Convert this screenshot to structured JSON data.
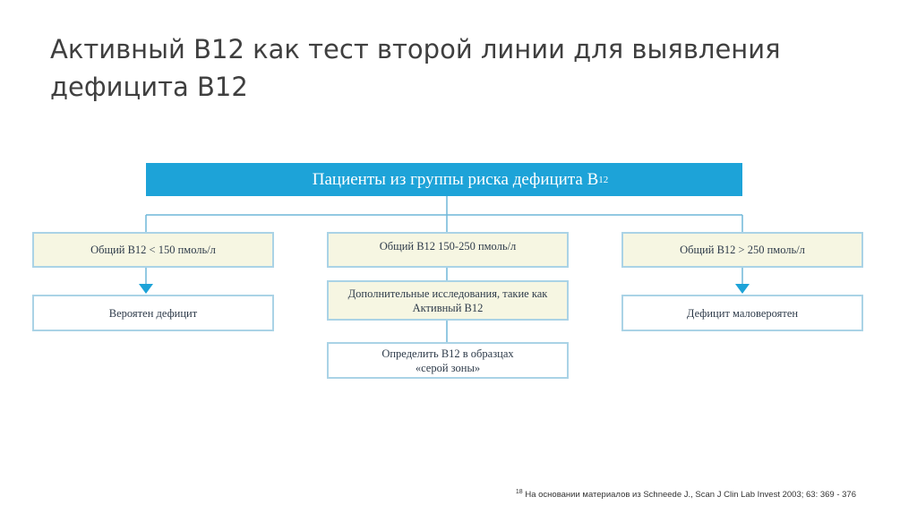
{
  "slide": {
    "title": "Активный B12 как тест второй линии для выявления дефицита B12"
  },
  "flowchart": {
    "root": {
      "label": "Пациенты из группы риска дефицита B",
      "subscript": "12"
    },
    "branches": {
      "low": {
        "condition": "Общий B12 < 150 пмоль/л",
        "outcome": "Вероятен дефицит"
      },
      "mid": {
        "condition": "Общий B12 150-250 пмоль/л",
        "step": "Дополнительные исследования, такие как Активный B12",
        "outcome": "Определить B12 в образцах «серой зоны»"
      },
      "high": {
        "condition": "Общий B12 > 250 пмоль/л",
        "outcome": "Дефицит маловероятен"
      }
    },
    "colors": {
      "header": "#1da3d8",
      "connector": "#6fb7d9",
      "condition_fill": "#f6f6e2",
      "border": "#aad3e6"
    }
  },
  "footnote": {
    "number": "18",
    "text": " На основании материалов из Schneede J., Scan J Clin Lab Invest 2003; 63: 369 - 376"
  }
}
